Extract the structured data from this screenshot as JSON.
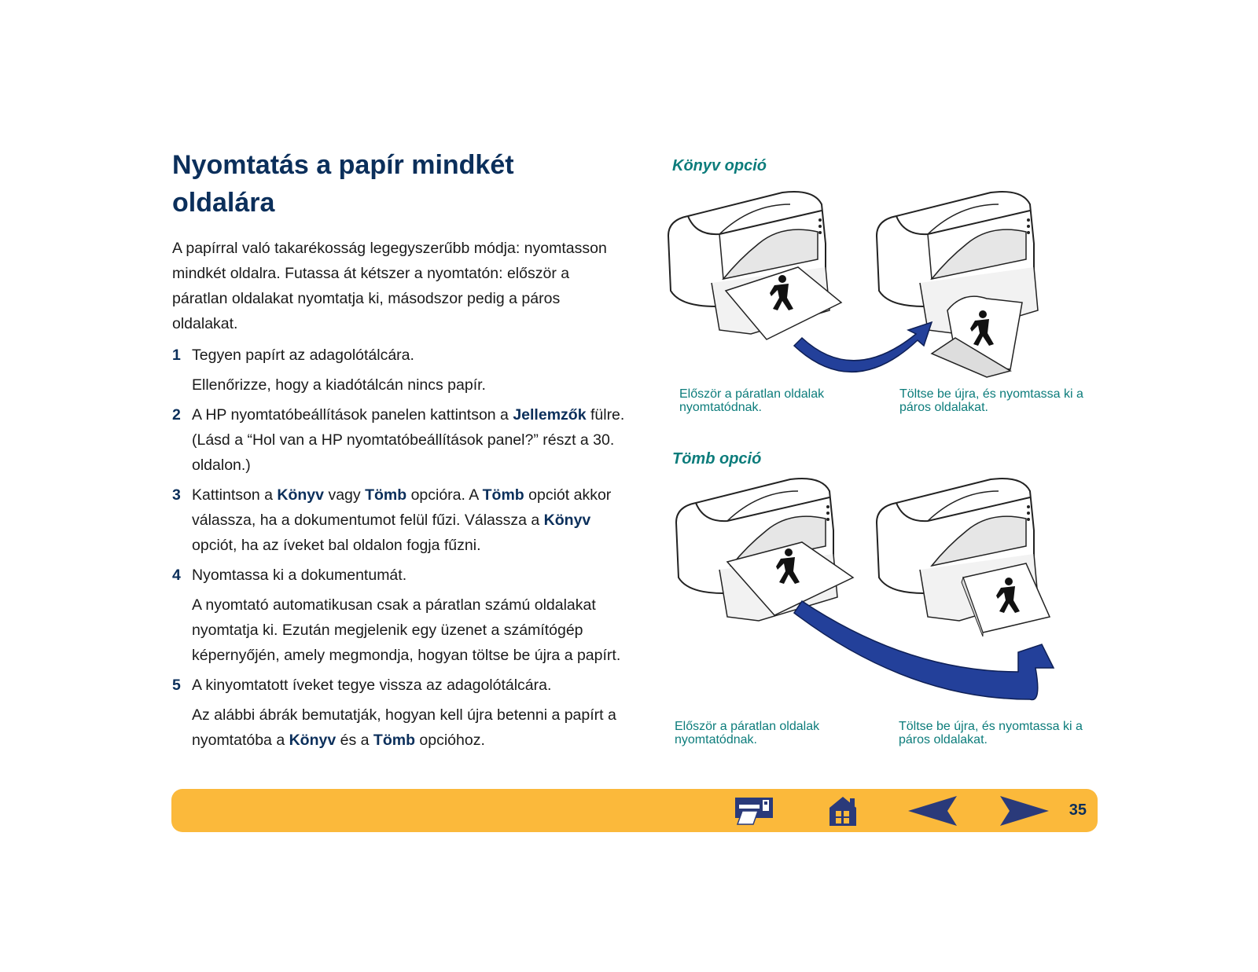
{
  "page": {
    "title": "Nyomtatás a papír mindkét oldalára",
    "intro": "A papírral való takarékosság legegyszerűbb módja: nyomtasson mindkét oldalra. Futassa át kétszer a nyomtatón: először a páratlan oldalakat nyomtatja ki, másodszor pedig a páros oldalakat.",
    "page_number": "35"
  },
  "steps": [
    {
      "num": "1",
      "line": "Tegyen papírt az adagolótálcára.",
      "note": "Ellenőrizze, hogy a kiadótálcán nincs papír."
    },
    {
      "num": "2",
      "pre": "A HP nyomtatóbeállítások panelen kattintson a",
      "bold": "Jellemzők",
      "post": "fülre. (Lásd a “Hol van a HP nyomtatóbeállítások panel?” részt a 30. oldalon.)"
    },
    {
      "num": "3",
      "t1": "Kattintson a",
      "b1": "Könyv",
      "t2": "vagy",
      "b2": "Tömb",
      "t3": "opcióra. A",
      "b3": "Tömb",
      "t4": "opciót akkor válassza, ha a dokumentumot felül fűzi. Válassza a",
      "b4": "Könyv",
      "t5": "opciót, ha az íveket bal oldalon fogja fűzni."
    },
    {
      "num": "4",
      "line": "Nyomtassa ki a dokumentumát.",
      "note": "A nyomtató automatikusan csak a páratlan számú oldalakat nyomtatja ki. Ezután megjelenik egy üzenet a számítógép képernyőjén, amely megmondja, hogyan töltse be újra a papírt."
    },
    {
      "num": "5",
      "line": "A kinyomtatott íveket tegye vissza az adagolótálcára.",
      "n1": "Az alábbi ábrák bemutatják, hogyan kell újra betenni a papírt a nyomtatóba a",
      "b1": "Könyv",
      "n2": "és a",
      "b2": "Tömb",
      "n3": "opcióhoz."
    }
  ],
  "figures": {
    "book": {
      "heading": "Könyv opció",
      "caption_left": "Először a páratlan oldalak nyomtatódnak.",
      "caption_right": "Töltse be újra, és nyomtassa ki a páros oldalakat."
    },
    "tablet": {
      "heading": "Tömb opció",
      "caption_left": "Először a páratlan oldalak nyomtatódnak.",
      "caption_right": "Töltse be újra, és nyomtassa ki a páros oldalakat."
    }
  },
  "nav": {
    "printer_icon": "printer-icon",
    "home_icon": "home-icon",
    "back_icon": "arrow-left-icon",
    "forward_icon": "arrow-right-icon"
  },
  "colors": {
    "title": "#0b2f5b",
    "accent_teal": "#0c7c7b",
    "navbar": "#fbb93b",
    "arrow_blue": "#23409a",
    "nav_icon": "#2a3a7a"
  }
}
